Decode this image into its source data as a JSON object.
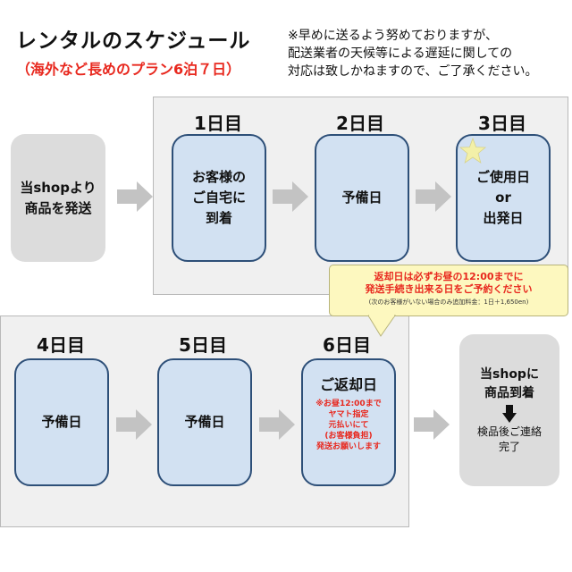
{
  "header": {
    "title": "レンタルのスケジュール",
    "subtitle": "（海外など長めのプラン6泊７日）",
    "note": [
      "※早めに送るよう努めておりますが、",
      "配送業者の天候等による遅延に関しての",
      "対応は致しかねますので、ご了承ください。"
    ]
  },
  "start_box": {
    "text": "当shopより\n商品を発送"
  },
  "days": [
    {
      "label": "1日目",
      "text": "お客様の\nご自宅に\n到着"
    },
    {
      "label": "2日目",
      "text": "予備日"
    },
    {
      "label": "3日目",
      "text": "ご使用日\nor\n出発日"
    },
    {
      "label": "4日目",
      "text": "予備日"
    },
    {
      "label": "5日目",
      "text": "予備日"
    },
    {
      "label": "6日目",
      "text": "ご返却日",
      "note": "※お昼12:00まで\nヤマト指定\n元払いにて\n(お客様負担)\n発送お願いします"
    }
  ],
  "callout": {
    "line1": "返却日は必ずお昼の12:00までに",
    "line2": "発送手続き出来る日をご予約ください",
    "line3": "(次のお客様がいない場合のみ追加料金：1日＋1,650en)"
  },
  "end_box": {
    "line1": "当shopに",
    "line2": "商品到着",
    "line3": "検品後ご連絡",
    "line4": "完了"
  },
  "colors": {
    "accent_red": "#e8281e",
    "box_fill": "#d2e1f2",
    "box_border": "#2d4f78",
    "callout_fill": "#fdf8bf",
    "star": "#f3f0a8"
  }
}
